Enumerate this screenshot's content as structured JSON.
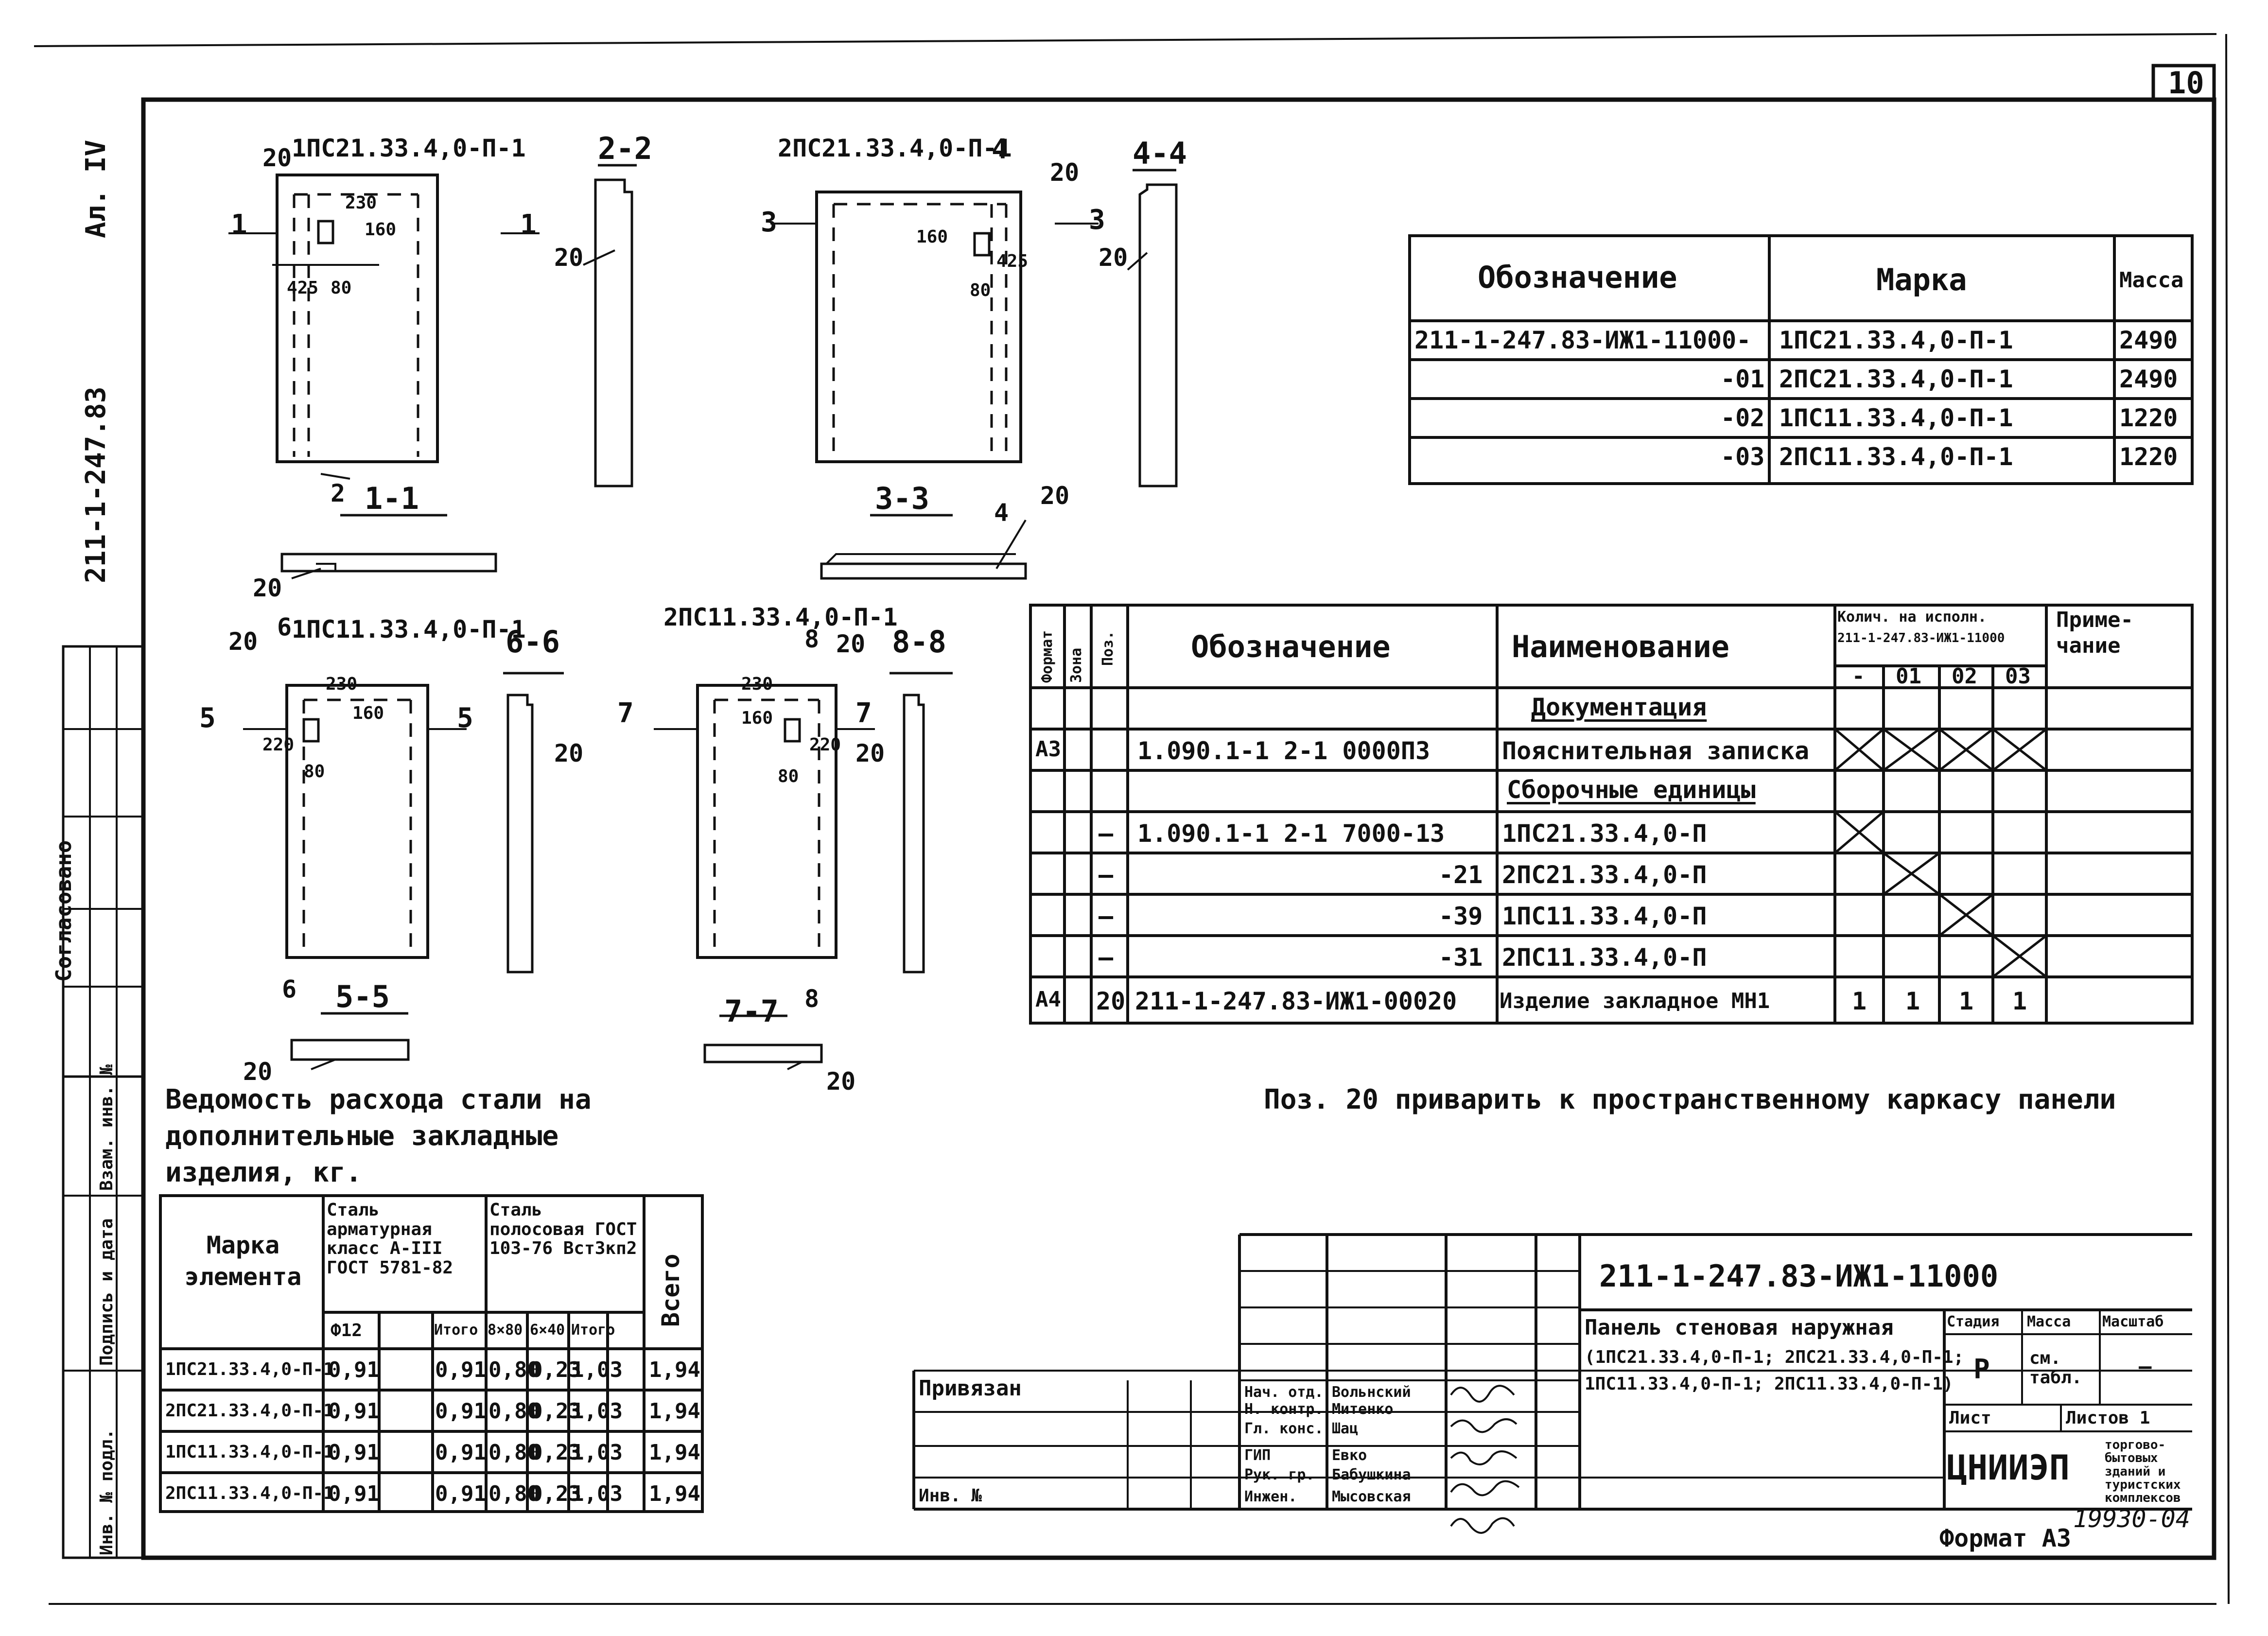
{
  "sheet": {
    "number": "10",
    "format": "Формат А3",
    "stamp": "19930-04"
  },
  "left_margin": {
    "album": "Ал. IV",
    "doc_code": "211-1-247.83",
    "agreed": "Согласовано",
    "columns": [
      "Инв. № подл.",
      "Подпись и дата",
      "Взам. инв. №"
    ]
  },
  "drawings": {
    "p1_mark": "1ПС21.33.4,0-П-1",
    "p2_mark": "2ПС21.33.4,0-П-1",
    "p3_mark": "1ПС11.33.4,0-П-1",
    "p4_mark": "2ПС11.33.4,0-П-1",
    "sec11": "1-1",
    "sec22": "2-2",
    "sec33": "3-3",
    "sec44": "4-4",
    "sec55": "5-5",
    "sec66": "6-6",
    "sec77": "7-7",
    "sec88": "8-8",
    "pos": "20",
    "dims": {
      "d230": "230",
      "d160": "160",
      "d425": "425",
      "d80": "80",
      "d220": "220"
    },
    "n1": "1",
    "n2": "2",
    "n3": "3",
    "n4": "4",
    "n5": "5",
    "n6": "6",
    "n7": "7",
    "n8": "8"
  },
  "mass_table": {
    "headers": [
      "Обозначение",
      "Марка",
      "Масса"
    ],
    "rows": [
      [
        "211-1-247.83-ИЖ1-11000-",
        "1ПС21.33.4,0-П-1",
        "2490"
      ],
      [
        "-01",
        "2ПС21.33.4,0-П-1",
        "2490"
      ],
      [
        "-02",
        "1ПС11.33.4,0-П-1",
        "1220"
      ],
      [
        "-03",
        "2ПС11.33.4,0-П-1",
        "1220"
      ]
    ]
  },
  "spec_table": {
    "h_format": "Формат",
    "h_zone": "Зона",
    "h_pos": "Поз.",
    "h_designation": "Обозначение",
    "h_name": "Наименование",
    "h_qty": "Колич. на исполн.",
    "h_qty_doc": "211-1-247.83-ИЖ1-11000",
    "h_note": "Приме-чание",
    "qty_cols": [
      "-",
      "01",
      "02",
      "03"
    ],
    "sec_docs": "Документация",
    "sec_units": "Сборочные единицы",
    "rows": [
      {
        "format": "А3",
        "pos": "",
        "designation": "1.090.1-1 2-1 0000ПЗ",
        "name": "Пояснительная записка"
      },
      {
        "format": "",
        "pos": "—",
        "designation": "1.090.1-1 2-1 7000-13",
        "name": "1ПС21.33.4,0-П"
      },
      {
        "format": "",
        "pos": "—",
        "designation": "-21",
        "name": "2ПС21.33.4,0-П"
      },
      {
        "format": "",
        "pos": "—",
        "designation": "-39",
        "name": "1ПС11.33.4,0-П"
      },
      {
        "format": "",
        "pos": "—",
        "designation": "-31",
        "name": "2ПС11.33.4,0-П"
      },
      {
        "format": "А4",
        "pos": "20",
        "designation": "211-1-247.83-ИЖ1-00020",
        "name": "Изделие закладное МН1",
        "q": [
          "1",
          "1",
          "1",
          "1"
        ]
      }
    ]
  },
  "note": "Поз. 20 приварить к пространственному каркасу панели",
  "steel": {
    "title_l1": "Ведомость расхода стали на",
    "title_l2": "дополнительные закладные",
    "title_l3": "изделия, кг.",
    "h_mark": "Марка элемента",
    "h_rebar": "Сталь арматурная класс А-III ГОСТ 5781-82",
    "h_strip": "Сталь полосовая ГОСТ 103-76 Вст3кп2",
    "h_total": "Всего",
    "sub": [
      "Ф12",
      "",
      "Итого",
      "8×80",
      "6×40",
      "Итого"
    ],
    "rows": [
      [
        "1ПС21.33.4,0-П-1",
        "0,91",
        "",
        "0,91",
        "0,80",
        "0,23",
        "1,03",
        "1,94"
      ],
      [
        "2ПС21.33.4,0-П-1",
        "0,91",
        "",
        "0,91",
        "0,80",
        "0,23",
        "1,03",
        "1,94"
      ],
      [
        "1ПС11.33.4,0-П-1",
        "0,91",
        "",
        "0,91",
        "0,80",
        "0,23",
        "1,03",
        "1,94"
      ],
      [
        "2ПС11.33.4,0-П-1",
        "0,91",
        "",
        "0,91",
        "0,80",
        "0,23",
        "1,03",
        "1,94"
      ]
    ]
  },
  "title_block": {
    "code": "211-1-247.83-ИЖ1-11000",
    "bound": "Привязан",
    "inv": "Инв. №",
    "roles": [
      [
        "Нач. отд.",
        "Вольнский"
      ],
      [
        "Н. контр.",
        "Митенко"
      ],
      [
        "Гл. конс.",
        "Шац"
      ],
      [
        "ГИП",
        "Евко"
      ],
      [
        "Рук. гр.",
        "Бабушкина"
      ],
      [
        "Инжен.",
        "Мысовская"
      ]
    ],
    "name_l1": "Панель стеновая наружная",
    "name_l2": "(1ПС21.33.4,0-П-1; 2ПС21.33.4,0-П-1;",
    "name_l3": "1ПС11.33.4,0-П-1; 2ПС11.33.4,0-П-1)",
    "stage_h": "Стадия",
    "mass_h": "Масса",
    "scale_h": "Масштаб",
    "stage": "Р",
    "mass": "см. табл.",
    "scale": "—",
    "sheet_h": "Лист",
    "sheets_h": "Листов 1",
    "org": "ЦНИИЭП",
    "org_sub": "торгово-бытовых зданий и туристских комплексов"
  }
}
